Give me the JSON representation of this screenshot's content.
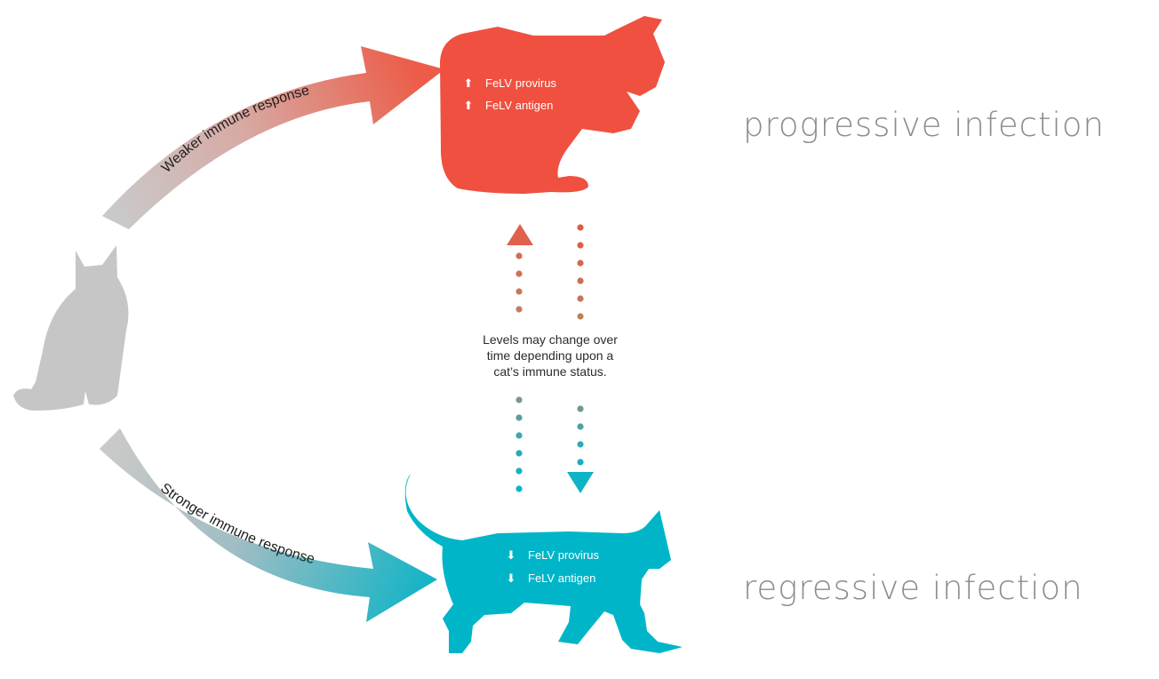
{
  "labels": {
    "progressive": "progressive infection",
    "regressive": "regressive infection"
  },
  "arrows": {
    "weaker": "Weaker immune response",
    "stronger": "Stronger immune response"
  },
  "progressive_cat": {
    "line1": "FeLV provirus",
    "line2": "FeLV antigen",
    "indicator": "up"
  },
  "regressive_cat": {
    "line1": "FeLV provirus",
    "line2": "FeLV antigen",
    "indicator": "down"
  },
  "note": {
    "line1": "Levels may change over",
    "line2": "time depending upon a",
    "line3": "cat’s immune status."
  },
  "colors": {
    "progressive": "#ef5040",
    "regressive": "#00b5c8",
    "neutral": "#c8c8c8",
    "label_gray": "#8a8c8e"
  }
}
